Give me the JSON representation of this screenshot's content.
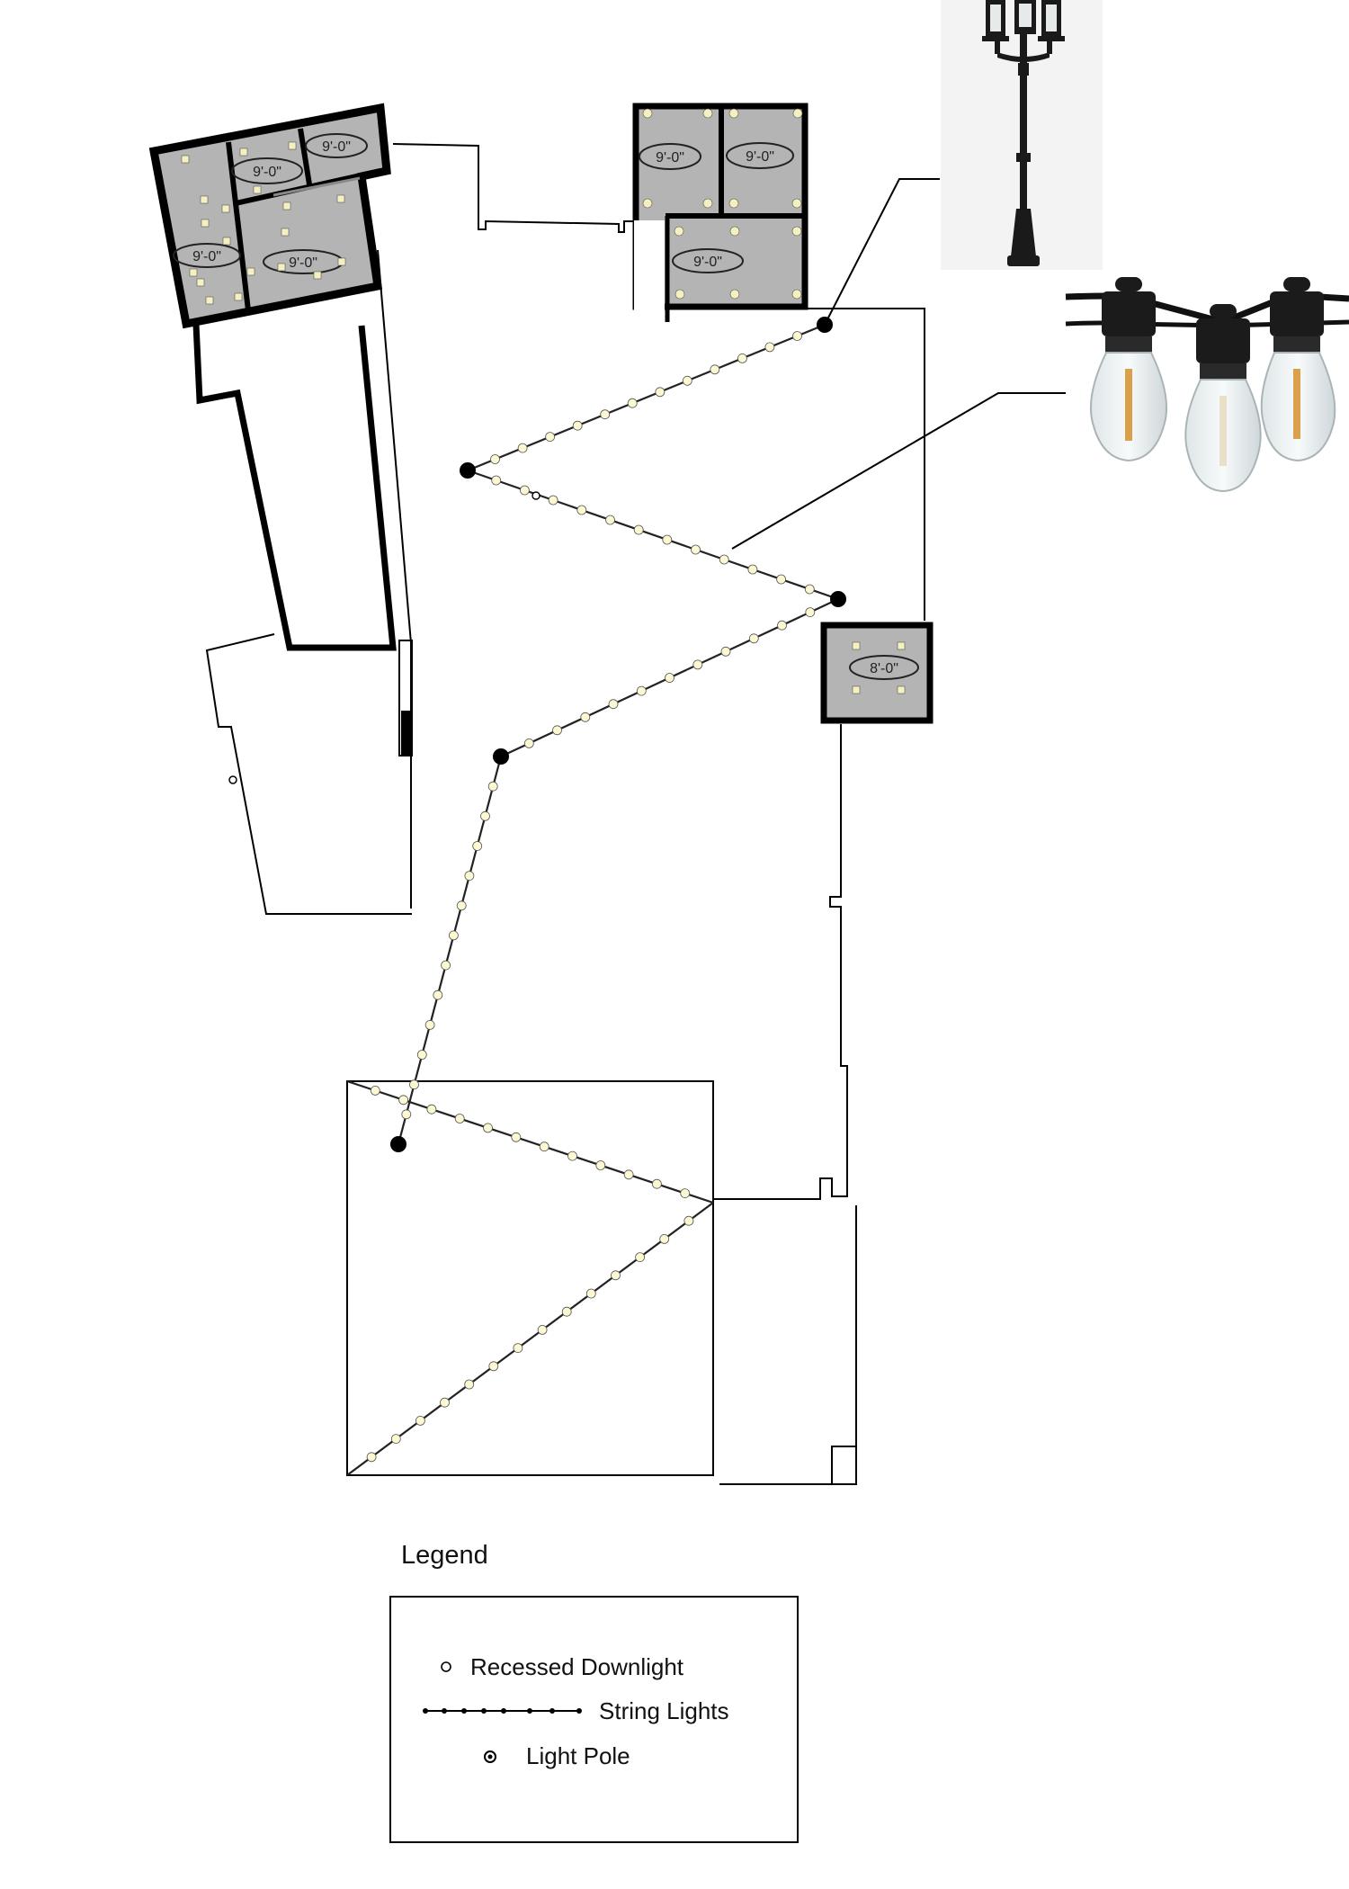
{
  "room_labels": [
    "9'-0\"",
    "9'-0\"",
    "9'-0\"",
    "9'-0\"",
    "9'-0\"",
    "9'-0\"",
    "9'-0\"",
    "8'-0\""
  ],
  "legend": {
    "title": "Legend",
    "items": [
      {
        "icon": "recessed-downlight-icon",
        "label": "Recessed Downlight"
      },
      {
        "icon": "string-lights-icon",
        "label": "String Lights"
      },
      {
        "icon": "light-pole-icon",
        "label": "Light Pole"
      }
    ]
  },
  "colors": {
    "wall": "#000000",
    "ceiling_fill": "#b4b4b4",
    "downlight": "#f4f0c0",
    "bulb": "#fbf8d2",
    "wire": "#222222"
  },
  "images": {
    "lamp_post": "lamp-post-photo",
    "string_bulbs": "string-light-bulbs-photo"
  }
}
